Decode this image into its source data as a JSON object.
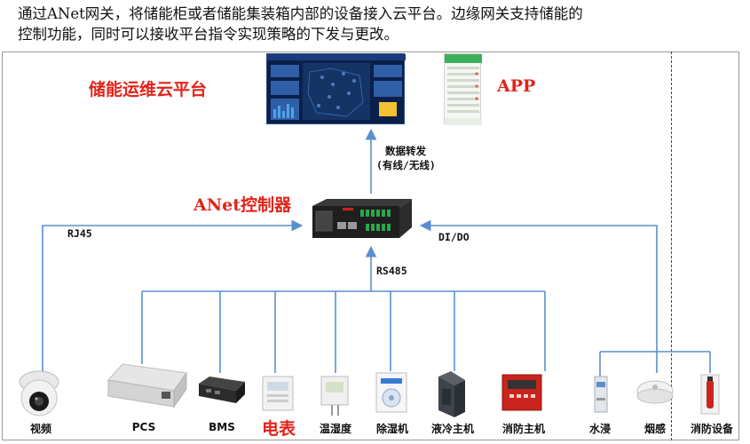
{
  "intro": {
    "line1": "通过ANet网关，将储能柜或者储能集装箱内部的设备接入云平台。边缘网关支持储能的",
    "line2": "控制功能，同时可以接收平台指令实现策略的下发与更改。"
  },
  "top": {
    "platform_label": "储能运维云平台",
    "app_label": "APP",
    "forward_label": "数据转发",
    "forward_sub": "(有线/无线)"
  },
  "middle": {
    "controller_label": "ANet控制器",
    "rj45": "RJ45",
    "dido": "DI/DO",
    "rs485": "RS485"
  },
  "devices": {
    "camera": "视频",
    "pcs": "PCS",
    "bms": "BMS",
    "meter": "电表",
    "thermo": "温湿度",
    "dehumid": "除湿机",
    "chiller": "液冷主机",
    "fire_host": "消防主机",
    "water": "水浸",
    "smoke": "烟感",
    "fire_equip": "消防设备"
  },
  "colors": {
    "line_blue": "#5a8fcf",
    "label_red": "#e2231a"
  }
}
